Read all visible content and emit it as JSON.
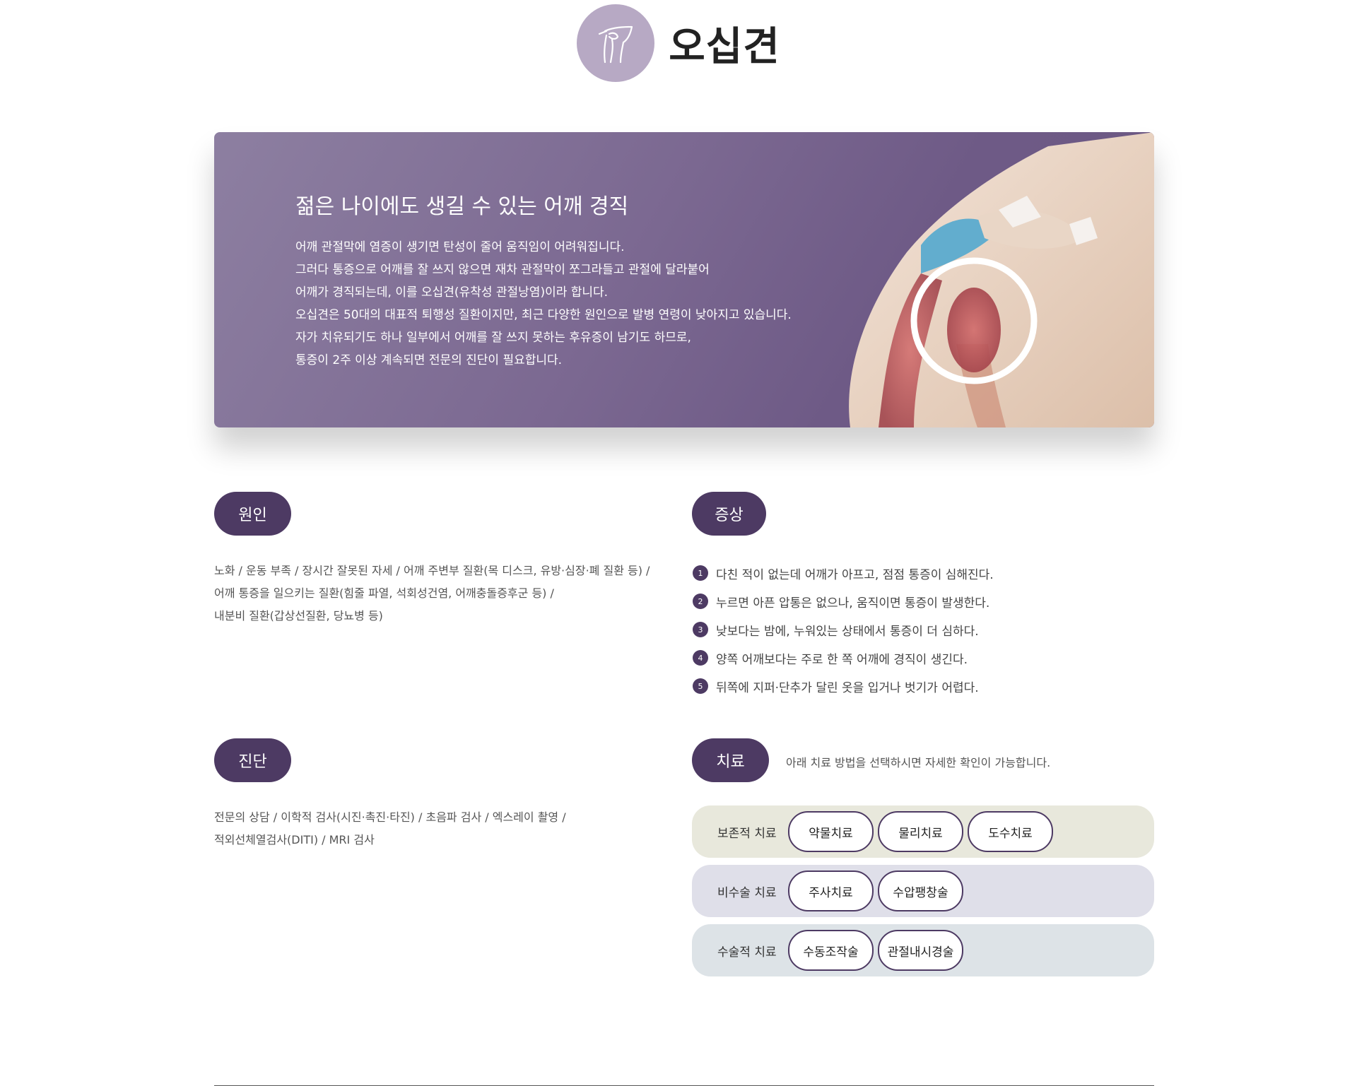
{
  "page": {
    "title": "오십견"
  },
  "banner": {
    "heading": "젊은 나이에도 생길 수 있는 어깨 경직",
    "lines": [
      "어깨 관절막에 염증이 생기면 탄성이 줄어 움직임이 어려워집니다.",
      "그러다 통증으로 어깨를 잘 쓰지 않으면 재차 관절막이 쪼그라들고 관절에 달라붙어",
      "어깨가 경직되는데, 이를 오십견(유착성 관절낭염)이라 합니다.",
      "오십견은 50대의 대표적 퇴행성 질환이지만, 최근 다양한 원인으로 발병 연령이 낮아지고 있습니다.",
      "자가 치유되기도 하나 일부에서 어깨를 잘 쓰지 못하는 후유증이 남기도 하므로,",
      "통증이 2주 이상 계속되면 전문의 진단이 필요합니다."
    ]
  },
  "cause": {
    "label": "원인",
    "lines": [
      "노화 / 운동 부족 / 장시간 잘못된 자세 / 어깨 주변부 질환(목 디스크, 유방·심장·폐 질환 등) /",
      "어깨 통증을 일으키는 질환(힘줄 파열, 석회성건염, 어깨충돌증후군 등) /",
      "내분비 질환(갑상선질환, 당뇨병 등)"
    ]
  },
  "symptom": {
    "label": "증상",
    "items": [
      {
        "num": "1",
        "text": "다친 적이 없는데 어깨가 아프고, 점점 통증이 심해진다."
      },
      {
        "num": "2",
        "text": "누르면 아픈 압통은 없으나, 움직이면 통증이 발생한다."
      },
      {
        "num": "3",
        "text": "낮보다는 밤에, 누워있는 상태에서 통증이 더 심하다."
      },
      {
        "num": "4",
        "text": "양쪽 어깨보다는 주로 한 쪽 어깨에 경직이 생긴다."
      },
      {
        "num": "5",
        "text": "뒤쪽에 지퍼·단추가 달린 옷을 입거나 벗기가 어렵다."
      }
    ]
  },
  "diagnosis": {
    "label": "진단",
    "lines": [
      "전문의 상담 / 이학적 검사(시진·촉진·타진) / 초음파 검사 / 엑스레이 촬영 /",
      "적외선체열검사(DITI) / MRI 검사"
    ]
  },
  "treatment": {
    "label": "치료",
    "note": "아래 치료 방법을 선택하시면 자세한 확인이 가능합니다.",
    "rows": [
      {
        "label": "보존적 치료",
        "bg": "#e8e8dc",
        "buttons": [
          "약물치료",
          "물리치료",
          "도수치료"
        ]
      },
      {
        "label": "비수술 치료",
        "bg": "#dfdfe9",
        "buttons": [
          "주사치료",
          "수압팽창술"
        ]
      },
      {
        "label": "수술적 치료",
        "bg": "#dde3e7",
        "buttons": [
          "수동조작술",
          "관절내시경술"
        ]
      }
    ]
  },
  "colors": {
    "accent": "#4d3a63",
    "icon_circle": "#b7a9c4",
    "banner": "#7b6891"
  },
  "icons": {
    "title_icon": "shoulder-joint-icon"
  }
}
